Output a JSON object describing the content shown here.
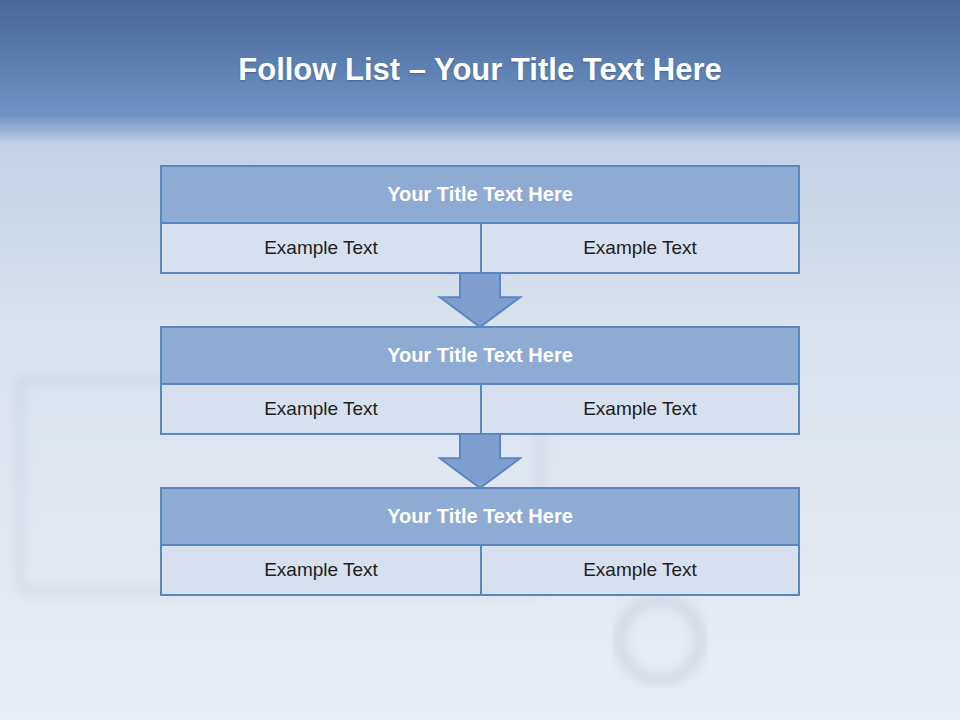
{
  "diagram": {
    "title": "Follow List  – Your Title Text Here",
    "nodes": [
      {
        "text": [
          "Your Title Text Here"
        ]
      },
      {
        "text": [
          "Example Text"
        ],
        "in": 0
      },
      {
        "text": [
          "Example Text"
        ],
        "in": 0
      },
      {
        "text": [
          "Your Title Text Here"
        ]
      },
      {
        "text": [
          "Example Text"
        ],
        "in": 3
      },
      {
        "text": [
          "Example Text"
        ],
        "in": 3
      },
      {
        "text": [
          "Your Title Text Here"
        ]
      },
      {
        "text": [
          "Example Text"
        ],
        "in": 6
      },
      {
        "text": [
          "Example Text"
        ],
        "in": 6
      }
    ],
    "edges": [
      {
        "from": 0,
        "to": 3,
        "arrow": "to"
      },
      {
        "from": 3,
        "to": 6,
        "arrow": "to"
      }
    ]
  }
}
